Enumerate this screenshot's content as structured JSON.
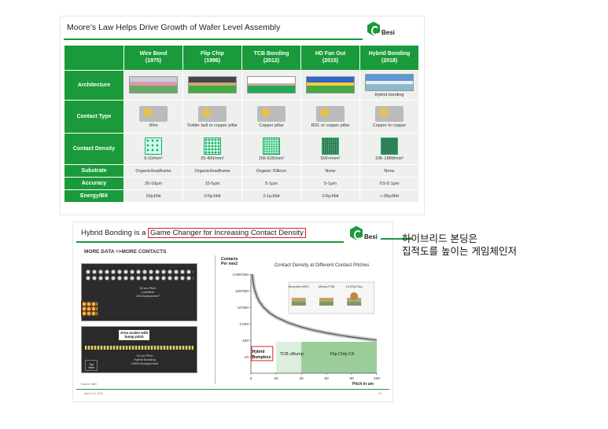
{
  "slide1": {
    "title": "Moore’s Law Helps Drive Growth of Wafer Level Assembly",
    "logo": "Besi",
    "columns": [
      {
        "name": "Wire Bond",
        "year": "(1975)"
      },
      {
        "name": "Flip Chip",
        "year": "(1996)"
      },
      {
        "name": "TCB Bonding",
        "year": "(2012)"
      },
      {
        "name": "HD Fan Out",
        "year": "(2015)"
      },
      {
        "name": "Hybrid Bonding",
        "year": "(2018)"
      }
    ],
    "row_labels": {
      "architecture": "Architecture",
      "contact_type": "Contact Type",
      "contact_density": "Contact Density",
      "substrate": "Substrate",
      "accuracy": "Accuracy",
      "energy": "Energy/Bit"
    },
    "architecture_notes": [
      "",
      "",
      "",
      "",
      "Hybrid bonding"
    ],
    "contact_type": [
      "Wire",
      "Solder ball or copper pillar",
      "Copper pillar",
      "RDL or copper pillar",
      "Copper to copper"
    ],
    "contact_density": [
      "5-10/mm²",
      "25-400/mm²",
      "156-625/mm²",
      "500+/mm²",
      "10K-1MM/mm²"
    ],
    "substrate": [
      "Organic/leadframe",
      "Organic/leadframe",
      "Organic /Silicon",
      "None",
      "None"
    ],
    "accuracy": [
      "20-10µm",
      "10-5µm",
      "5-1µm",
      "5-1µm",
      "0.5-0.1µm"
    ],
    "energy": [
      "10pJ/bit",
      "0.5pJ/bit",
      "0.1pJ/bit",
      "0.5pJ/bit",
      "<.05pJ/bit"
    ]
  },
  "slide2": {
    "title_prefix": "Hybrid Bonding is a ",
    "title_highlight": "Game Changer for Increasing Contact Density",
    "logo": "Besi",
    "left_label": "MORE DATA =>MORE CONTACTS",
    "photo1_caption": "50 um Pitch\nLuksfield\n400 Bumps/mm²",
    "arrow_caption": "Area scales with\nbump pitch",
    "photo2_caption": "10 um Pitch\nHybrid Bonding\n10000 Bumps/mm2",
    "top_view": "Top View",
    "source": "Source: Intel",
    "footer_date": "March 14, 2022",
    "footer_page": "15"
  },
  "chart_data": {
    "type": "line",
    "title": "Contact Density  at Different Contact Pitches",
    "ylabel": "Contacts\nPer mm2",
    "xlabel": "Pitch in um",
    "x_ticks": [
      0,
      20,
      40,
      60,
      80,
      100
    ],
    "y_ticks": [
      "10",
      "100",
      "1'000",
      "10'000",
      "100'000",
      "1'000'000"
    ],
    "y_scale": "log",
    "xlim": [
      0,
      100
    ],
    "ylim": [
      1,
      1000000
    ],
    "series": [
      {
        "x": [
          1,
          2,
          3,
          5,
          7,
          10,
          15,
          20,
          30,
          40,
          50,
          60,
          70,
          80,
          90,
          100
        ],
        "y": [
          1000000,
          250000,
          111000,
          40000,
          20400,
          10000,
          4440,
          2500,
          1110,
          625,
          400,
          278,
          204,
          156,
          123,
          100
        ]
      }
    ],
    "regions": [
      {
        "label": "Hybrid Bumpless",
        "x_from": 0,
        "x_to": 20
      },
      {
        "label": "TCB  uBump",
        "x_from": 20,
        "x_to": 40
      },
      {
        "label": "Flip Chip  C4",
        "x_from": 40,
        "x_to": 100
      }
    ],
    "inset_labels": [
      "Bump-less (HBT)",
      "uBump (TCB)",
      "C4 (Flip Chip)"
    ]
  },
  "note": {
    "line1": "하이브리드 본딩은",
    "line2": "집적도를 높이는 게임체인저"
  },
  "colors": {
    "accent": "#1a9a3a",
    "highlight_box": "#dd2222"
  }
}
